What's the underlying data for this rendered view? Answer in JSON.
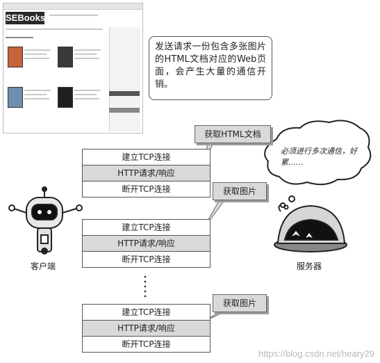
{
  "webpage": {
    "logo": "SEBooks"
  },
  "description": "发送请求一份包含多张图片的HTML文档对应的Web页面，会产生大量的通信开销。",
  "stacks": [
    {
      "rows": [
        "建立TCP连接",
        "HTTP请求/响应",
        "断开TCP连接"
      ],
      "callout": "获取HTML文档"
    },
    {
      "rows": [
        "建立TCP连接",
        "HTTP请求/响应",
        "断开TCP连接"
      ],
      "callout": "获取图片"
    },
    {
      "rows": [
        "建立TCP连接",
        "HTTP请求/响应",
        "断开TCP连接"
      ],
      "callout": "获取图片"
    }
  ],
  "client_label": "客户端",
  "server_label": "服务器",
  "server_thought": "必须进行多次通信，好累……",
  "watermark": "https://blog.csdn.net/heary29"
}
